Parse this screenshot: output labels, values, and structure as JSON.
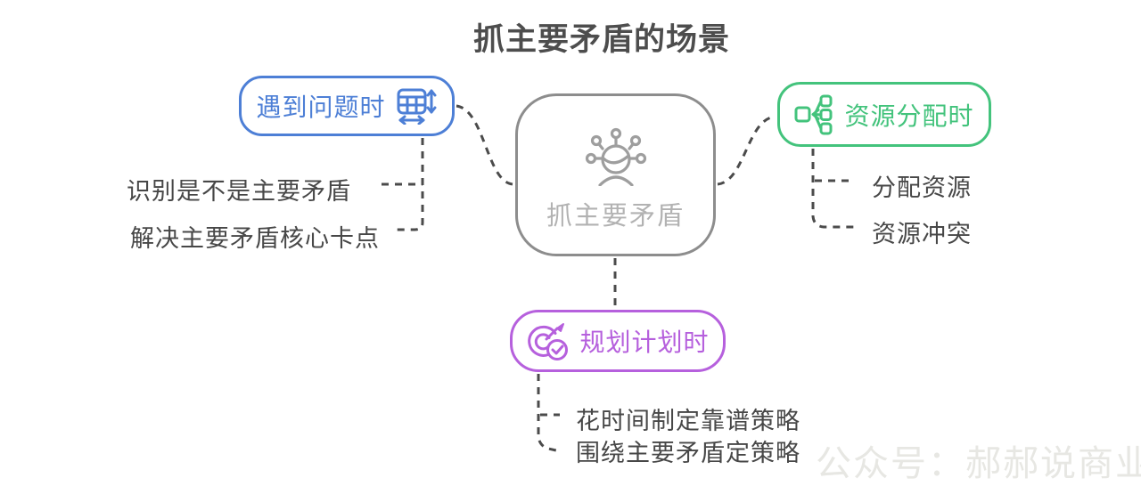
{
  "title": "抓主要矛盾的场景",
  "center": {
    "label": "抓主要矛盾",
    "icon": "brainstorm-person-icon"
  },
  "branches": {
    "problem": {
      "label": "遇到问题时",
      "icon": "table-adjust-icon",
      "items": [
        "识别是不是主要矛盾",
        "解决主要矛盾核心卡点"
      ]
    },
    "resource": {
      "label": "资源分配时",
      "icon": "distribute-icon",
      "items": [
        "分配资源",
        "资源冲突"
      ]
    },
    "planning": {
      "label": "规划计划时",
      "icon": "target-check-icon",
      "items": [
        "花时间制定靠谱策略",
        "围绕主要矛盾定策略"
      ]
    }
  },
  "watermark": "公众号：郝郝说商业",
  "colors": {
    "problem": "#4d7fd6",
    "resource": "#43c37c",
    "planning": "#b660dd",
    "center_border": "#8d8d8d",
    "center_text": "#b2b2b2",
    "connector": "#4b4b4b",
    "title_text": "#4d4d4d",
    "item_text": "#474747"
  }
}
